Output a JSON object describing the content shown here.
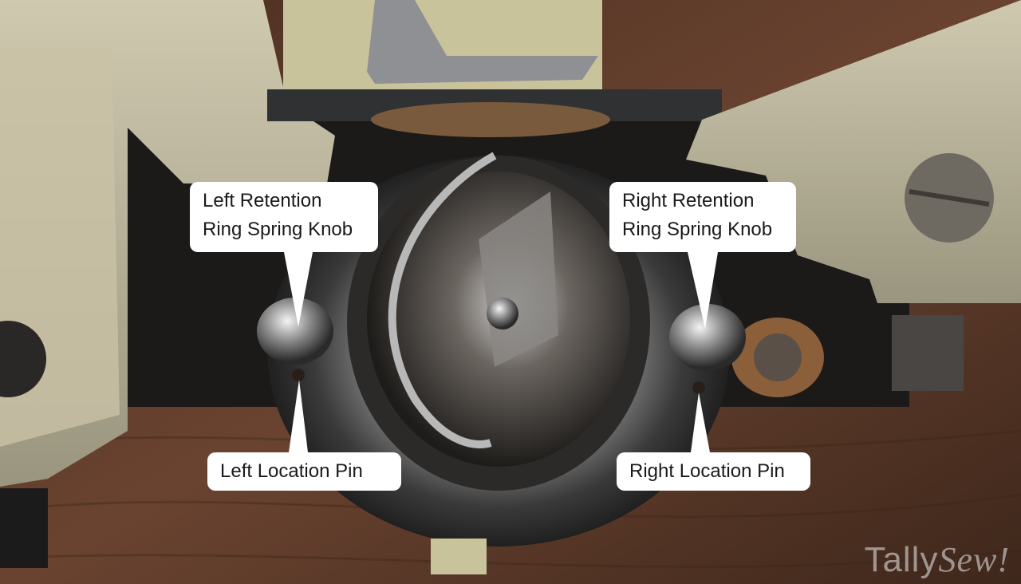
{
  "image": {
    "subject": "",
    "colors": {
      "wood": "#5a3a28",
      "machine_cream": "#b8b29a",
      "chrome": "#9a9a9a",
      "callout_bg": "#ffffff",
      "callout_text": "#1a1a1a"
    }
  },
  "callouts": {
    "left_knob": {
      "line1": "Left Retention",
      "line2": "Ring Spring Knob"
    },
    "right_knob": {
      "line1": "Right Retention",
      "line2": "Ring Spring Knob"
    },
    "left_pin": {
      "label": "Left Location Pin"
    },
    "right_pin": {
      "label": "Right Location Pin"
    }
  },
  "watermark": {
    "part1": "Tally",
    "part2": "Sew!"
  }
}
